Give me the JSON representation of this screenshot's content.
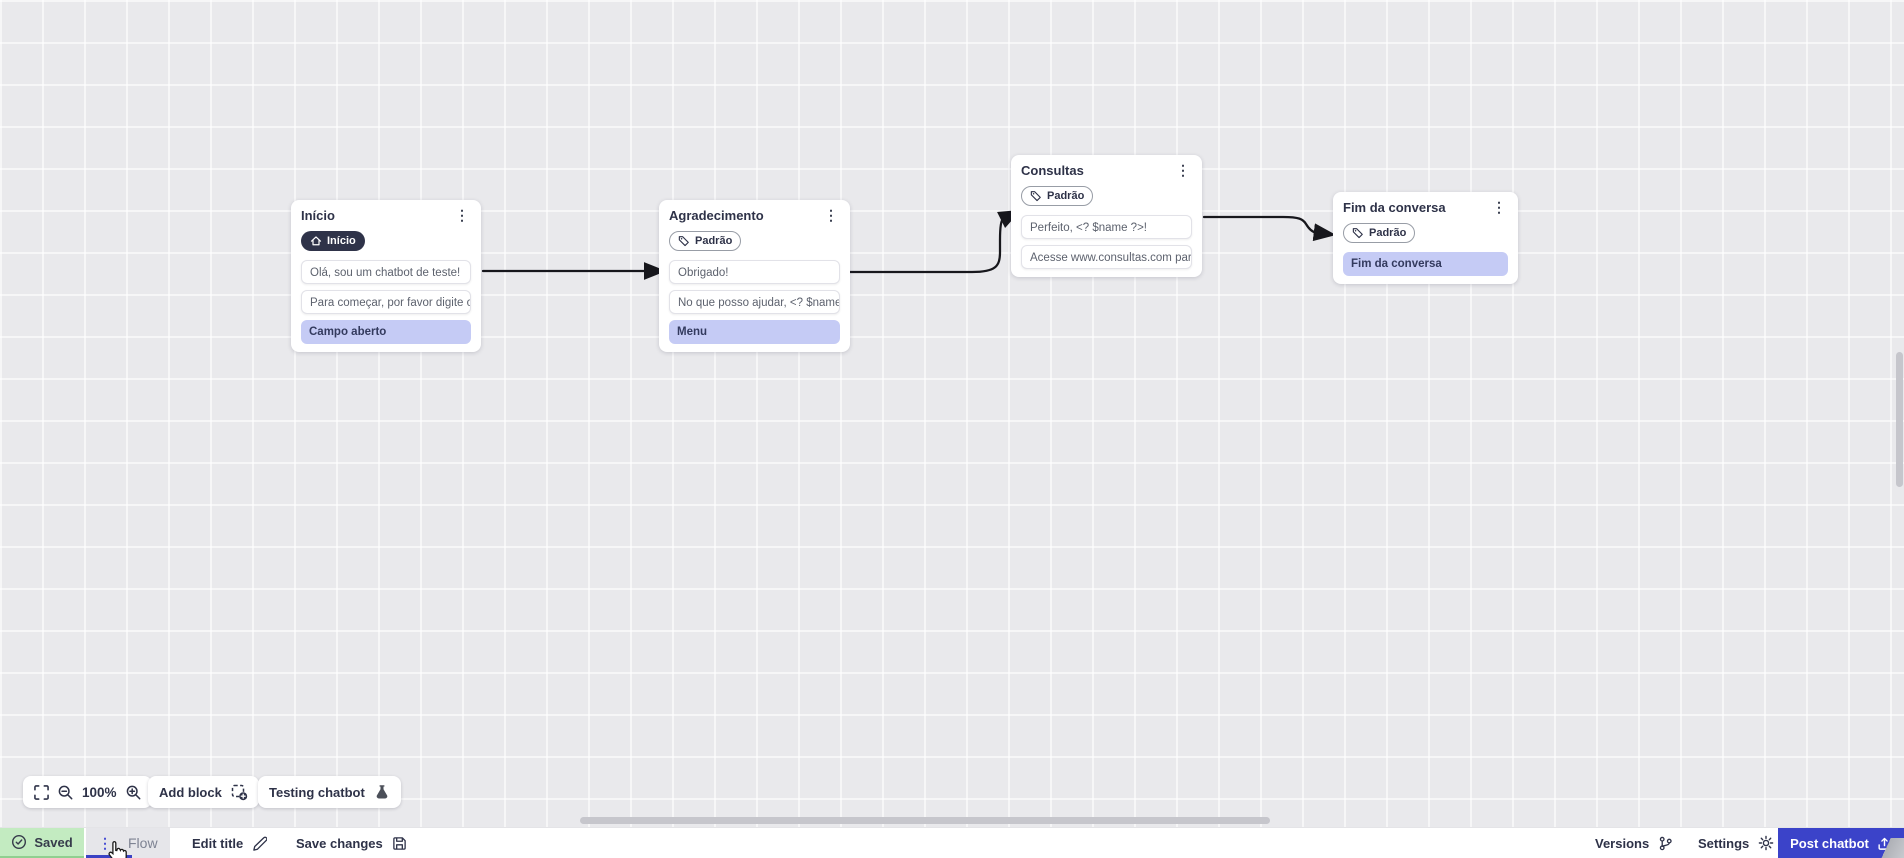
{
  "canvas": {
    "zoom_value": "100%",
    "nodes": [
      {
        "title": "Início",
        "badge": {
          "label": "Início",
          "icon": "home-icon",
          "variant": "dark"
        },
        "items": [
          {
            "text": "Olá, sou um chatbot de teste!",
            "variant": "message"
          },
          {
            "text": "Para começar, por favor digite o ...",
            "variant": "message"
          },
          {
            "text": "Campo aberto",
            "variant": "highlight"
          }
        ]
      },
      {
        "title": "Agradecimento",
        "badge": {
          "label": "Padrão",
          "icon": "tag-icon",
          "variant": "outline"
        },
        "items": [
          {
            "text": "Obrigado!",
            "variant": "message"
          },
          {
            "text": "No que posso ajudar, <? $name ...",
            "variant": "message"
          },
          {
            "text": "Menu",
            "variant": "highlight"
          }
        ]
      },
      {
        "title": "Consultas",
        "badge": {
          "label": "Padrão",
          "icon": "tag-icon",
          "variant": "outline"
        },
        "items": [
          {
            "text": "Perfeito, <? $name ?>!",
            "variant": "message"
          },
          {
            "text": "Acesse www.consultas.com par...",
            "variant": "message"
          }
        ]
      },
      {
        "title": "Fim da conversa",
        "badge": {
          "label": "Padrão",
          "icon": "tag-icon",
          "variant": "outline"
        },
        "items": [
          {
            "text": "Fim da conversa",
            "variant": "highlight"
          }
        ]
      }
    ]
  },
  "toolbar": {
    "zoom_value": "100%",
    "add_block_label": "Add block",
    "testing_chatbot_label": "Testing chatbot"
  },
  "footer": {
    "saved_label": "Saved",
    "flow_dots": "⋮",
    "flow_tab_label": "Flow",
    "edit_title_label": "Edit title",
    "save_changes_label": "Save changes",
    "versions_label": "Versions",
    "settings_label": "Settings",
    "post_chatbot_label": "Post chatbot"
  },
  "colors": {
    "accent": "#3b43c9",
    "saved_bg": "#c3ebc1",
    "highlight_item_bg": "#c5cbf5",
    "badge_dark_bg": "#2f3349",
    "canvas_bg": "#e9e9ec",
    "connector": "#17171c"
  }
}
